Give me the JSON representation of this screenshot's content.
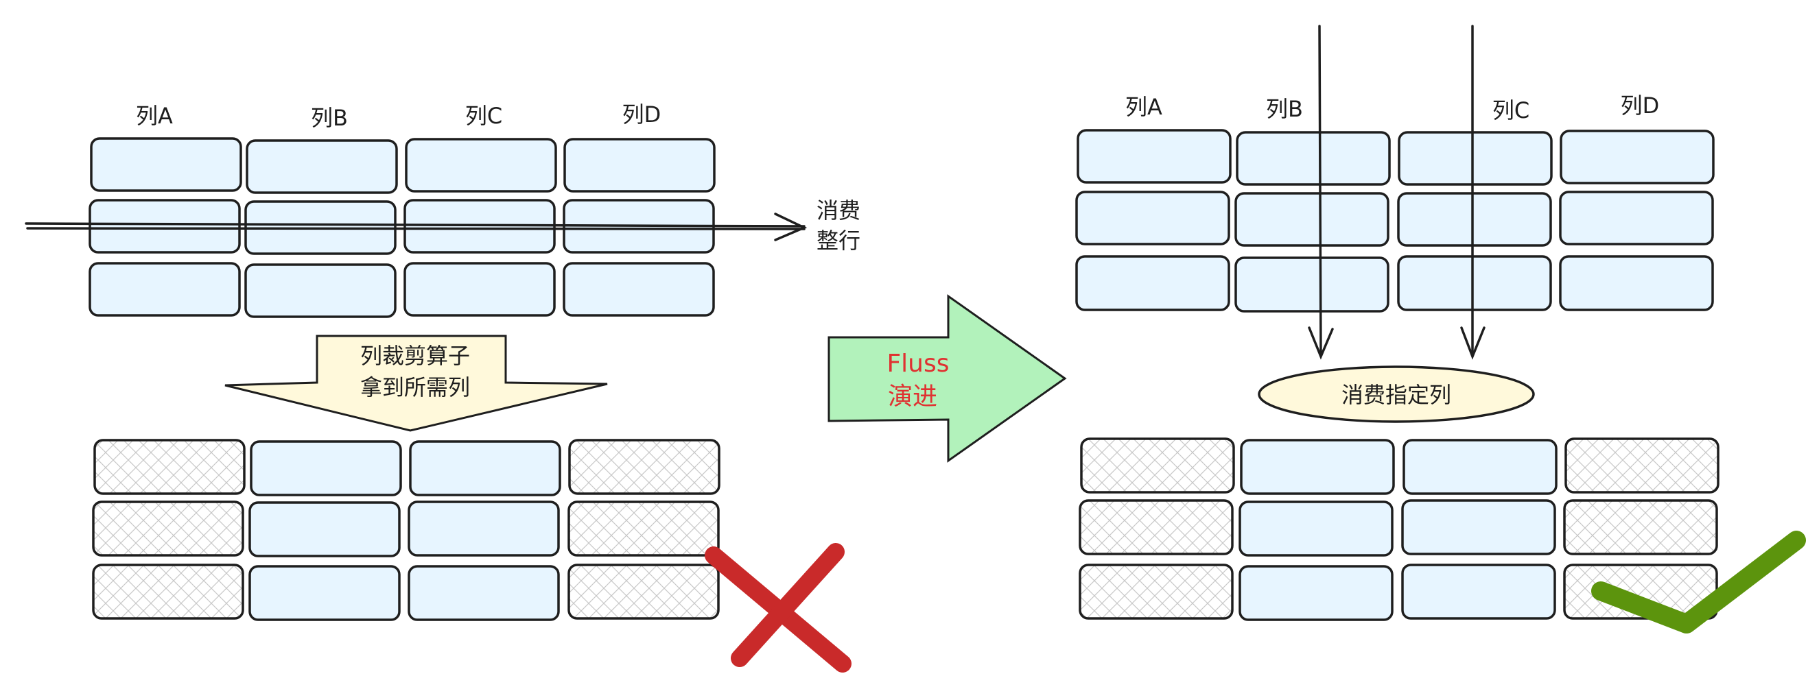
{
  "colors": {
    "stroke": "#1e1e1e",
    "cell_fill": "#e7f5ff",
    "hatch": "#c4c4c4",
    "yellow": "#fff9db",
    "green": "#b2f2bb",
    "red_text": "#e03131",
    "cross": "#c92a2a",
    "check": "#5c940d"
  },
  "left": {
    "columns": [
      "列A",
      "列B",
      "列C",
      "列D"
    ],
    "row_arrow_label": [
      "消费",
      "整行"
    ],
    "prune_label": [
      "列裁剪算子",
      "拿到所需列"
    ],
    "result_rows": 3,
    "result_mark": "cross-icon"
  },
  "middle": {
    "arrow_label": [
      "Fluss",
      "演进"
    ]
  },
  "right": {
    "columns": [
      "列A",
      "列B",
      "列C",
      "列D"
    ],
    "consume_label": "消费指定列",
    "result_rows": 3,
    "result_mark": "check-icon"
  }
}
